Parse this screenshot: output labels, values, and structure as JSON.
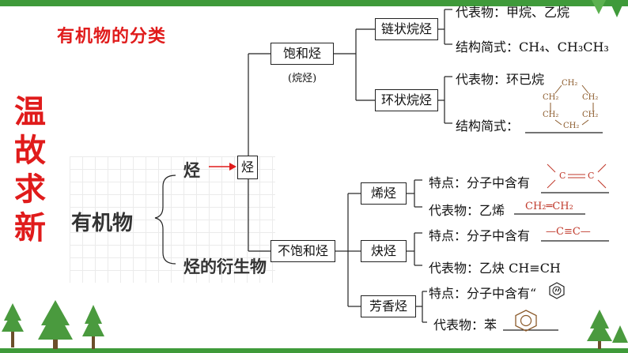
{
  "header": {
    "title": "有机物的分类"
  },
  "side_title": [
    "温",
    "故",
    "求",
    "新"
  ],
  "left": {
    "root": "有机物",
    "hydrocarbon": "烃",
    "derivative": "烃的衍生物",
    "hydrocarbon_box": "烃"
  },
  "saturated": {
    "label": "饱和烃",
    "note": "(烷烃)",
    "chain": {
      "label": "链状烷烃",
      "rep": "代表物：甲烷、乙烷",
      "formula_prefix": "结构简式：",
      "formula": "CH₄、CH₃CH₃"
    },
    "ring": {
      "label": "环状烷烃",
      "rep": "代表物：环已烷",
      "formula_prefix": "结构简式：",
      "ch2": "CH₂"
    }
  },
  "unsaturated": {
    "label": "不饱和烃",
    "alkene": {
      "label": "烯烃",
      "feature": "特点：分子中含有",
      "rep_prefix": "代表物：乙烯",
      "rep_formula": "CH₂═CH₂",
      "bond_atom": "C"
    },
    "alkyne": {
      "label": "炔烃",
      "feature": "特点：分子中含有",
      "bond": "—C≡C—",
      "rep": "代表物：乙炔 CH≡CH"
    },
    "aromatic": {
      "label": "芳香烃",
      "feature_prefix": "特点：分子中含有“",
      "feature_suffix": "”",
      "rep": "代表物：苯"
    }
  },
  "colors": {
    "accent_red": "#e01b1b",
    "frame_green": "#3f9a3a",
    "formula_red": "#c0392b",
    "ring_brown": "#8b5a2b"
  }
}
